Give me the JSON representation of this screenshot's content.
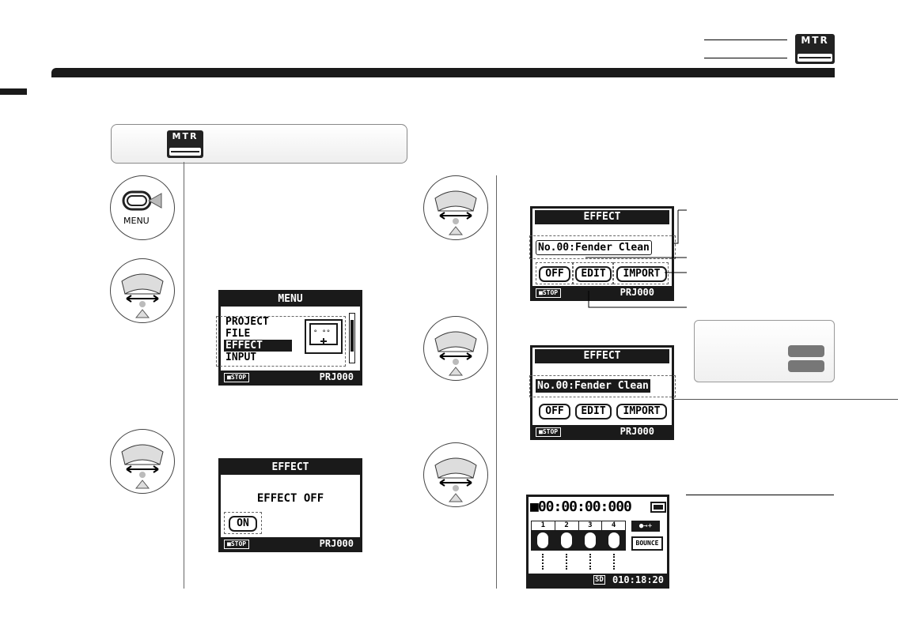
{
  "header": {
    "mode_badge": "MTR"
  },
  "mode_box": {
    "badge": "MTR"
  },
  "step_buttons": {
    "menu_label": "MENU"
  },
  "menu_screen": {
    "title": "MENU",
    "items": [
      "PROJECT",
      "FILE",
      "EFFECT",
      "INPUT"
    ],
    "selected": "EFFECT",
    "stop": "■STOP",
    "project": "PRJ000"
  },
  "effect_off_screen": {
    "title": "EFFECT",
    "status": "EFFECT OFF",
    "on_button": "ON",
    "stop": "■STOP",
    "project": "PRJ000"
  },
  "effect_screen_1": {
    "title": "EFFECT",
    "patch": "No.00:Fender Clean",
    "off_button": "OFF",
    "edit_button": "EDIT",
    "import_button": "IMPORT",
    "stop": "■STOP",
    "project": "PRJ000"
  },
  "effect_screen_2": {
    "title": "EFFECT",
    "patch": "No.00:Fender Clean",
    "off_button": "OFF",
    "edit_button": "EDIT",
    "import_button": "IMPORT",
    "stop": "■STOP",
    "project": "PRJ000"
  },
  "mtr_screen": {
    "counter": "■00:00:00:000",
    "tracks": [
      "1",
      "2",
      "3",
      "4"
    ],
    "bounce": "BOUNCE",
    "remaining": "010:18:20"
  }
}
